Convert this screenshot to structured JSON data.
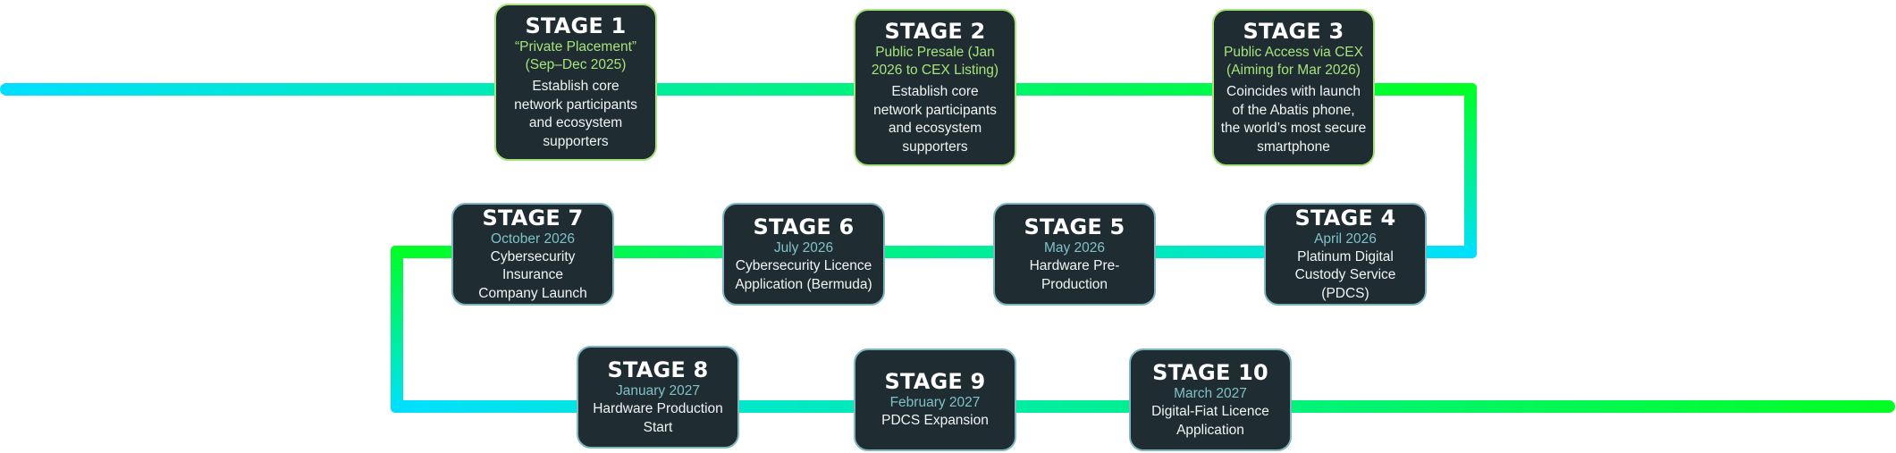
{
  "diagram": {
    "type": "roadmap-timeline",
    "colors": {
      "line_start": "#00e0ff",
      "line_end": "#00ff22",
      "box_fill": "#1f2d33",
      "top_row_border": "#a6e37a",
      "top_row_subtitle": "#a6e37a",
      "lower_rows_border": "#7fb5bf",
      "lower_rows_subtitle": "#7fc1c9",
      "text": "#ffffff"
    },
    "stages": [
      {
        "title": "STAGE 1",
        "subtitle_lines": [
          "“Private Placement”",
          "(Sep–Dec 2025)"
        ],
        "desc_lines": [
          "Establish core",
          "network participants",
          "and ecosystem",
          "supporters"
        ]
      },
      {
        "title": "STAGE 2",
        "subtitle_lines": [
          "Public Presale (Jan",
          "2026 to CEX Listing)"
        ],
        "desc_lines": [
          "Establish core",
          "network participants",
          "and ecosystem",
          "supporters"
        ]
      },
      {
        "title": "STAGE 3",
        "subtitle_lines": [
          "Public Access via CEX",
          "(Aiming for Mar 2026)"
        ],
        "desc_lines": [
          "Coincides with launch",
          "of the Abatis phone,",
          "the world’s most secure",
          "smartphone"
        ]
      },
      {
        "title": "STAGE 4",
        "subtitle_lines": [
          "April 2026"
        ],
        "desc_lines": [
          "Platinum Digital",
          "Custody Service (PDCS)"
        ]
      },
      {
        "title": "STAGE 5",
        "subtitle_lines": [
          "May 2026"
        ],
        "desc_lines": [
          "Hardware Pre-",
          "Production"
        ]
      },
      {
        "title": "STAGE 6",
        "subtitle_lines": [
          "July 2026"
        ],
        "desc_lines": [
          "Cybersecurity Licence",
          "Application (Bermuda)"
        ]
      },
      {
        "title": "STAGE 7",
        "subtitle_lines": [
          "October 2026"
        ],
        "desc_lines": [
          "Cybersecurity Insurance",
          "Company Launch"
        ]
      },
      {
        "title": "STAGE 8",
        "subtitle_lines": [
          "January 2027"
        ],
        "desc_lines": [
          "Hardware Production",
          "Start"
        ]
      },
      {
        "title": "STAGE 9",
        "subtitle_lines": [
          "February 2027"
        ],
        "desc_lines": [
          "PDCS Expansion"
        ]
      },
      {
        "title": "STAGE 10",
        "subtitle_lines": [
          "March 2027"
        ],
        "desc_lines": [
          "Digital-Fiat Licence",
          "Application"
        ]
      }
    ]
  }
}
